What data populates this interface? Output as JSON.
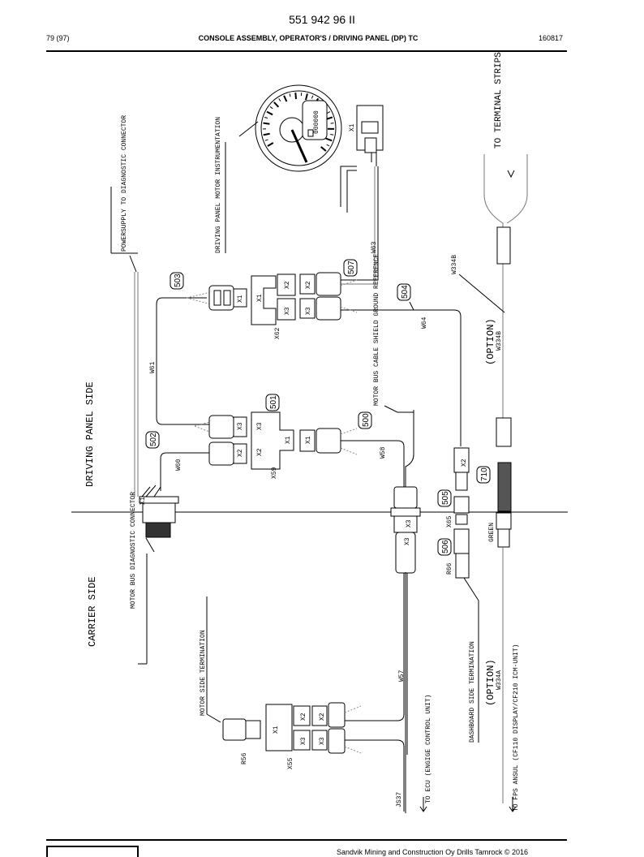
{
  "header": {
    "doc_number": "551 942 96 II",
    "page": "79 (97)",
    "title": "CONSOLE ASSEMBLY, OPERATOR'S / DRIVING PANEL (DP) TC",
    "date": "160817"
  },
  "footer": {
    "copyright": "Sandvik Mining and Construction Oy Drills Tamrock © 2016"
  },
  "diagram": {
    "side_labels": {
      "driving_panel_side": "DRIVING PANEL SIDE",
      "carrier_side": "CARRIER SIDE"
    },
    "labels": {
      "to_terminal_strips": "TO TERMINAL STRIPS",
      "driving_panel_motor_instrumentation": "DRIVING PANEL MOTOR INSTRUMENTATION",
      "powersupply_to_diagnostic_connector": "POWERSUPPLY TO DIAGNOSTIC CONNECTOR",
      "motor_bus_cable_shield_ground_reference": "MOTOR BUS CABLE SHIELD GROUND REFERENCE",
      "option_top": "(OPTION)",
      "option_bottom": "(OPTION)",
      "motor_bus_diagnostic_connector": "MOTOR BUS DIAGNOSTIC CONNECTOR",
      "motor_side_termination": "MOTOR SIDE TERMINATION",
      "dashboard_side_termination": "DASHBOARD SIDE TERMINATION",
      "to_ecu": "TO ECU (ENGIGE CONTROL UNIT)",
      "to_fps_ansul": "TO FPS ANSUL (CF110 DISPLAY/CF210 ICM-UNIT)",
      "green": "GREEN",
      "odometer": "000000"
    },
    "callouts": [
      "503",
      "507",
      "504",
      "501",
      "502",
      "500",
      "505",
      "506",
      "710"
    ],
    "wires": [
      "W63",
      "W61",
      "W64",
      "W58",
      "W60",
      "W57",
      "JS37",
      "W334B",
      "W334B",
      "W334A"
    ],
    "connectors": [
      "X1",
      "X2",
      "X3",
      "X62",
      "X59",
      "X55",
      "X65",
      "R66",
      "R56"
    ],
    "icons": [
      "gauge-icon",
      "connector-icon"
    ]
  }
}
